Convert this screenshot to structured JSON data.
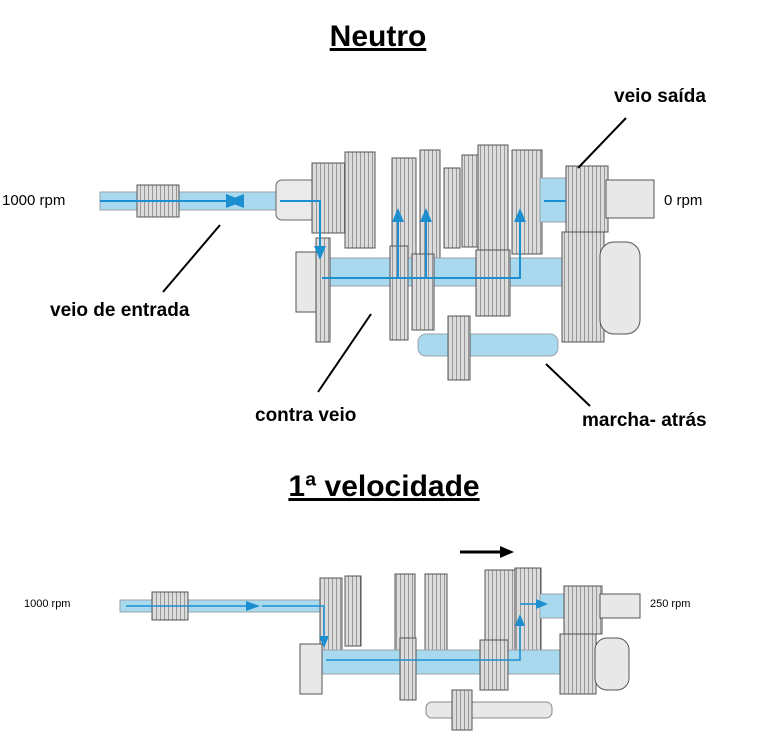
{
  "neutral": {
    "title": "Neutro",
    "input_rpm": "1000 rpm",
    "output_rpm": "0 rpm",
    "labels": {
      "output_shaft": "veio saída",
      "input_shaft": "veio de entrada",
      "countershaft": "contra veio",
      "reverse": "marcha- atrás"
    }
  },
  "first_gear": {
    "title": "1ª velocidade",
    "input_rpm": "1000 rpm",
    "output_rpm": "250 rpm"
  },
  "colors": {
    "shaft": "#a9d9ef",
    "shaft_stroke": "#9aa3aa",
    "flow": "#1b8fd0",
    "gear_fill": "#d8d8d8",
    "gear_stroke": "#555555"
  }
}
